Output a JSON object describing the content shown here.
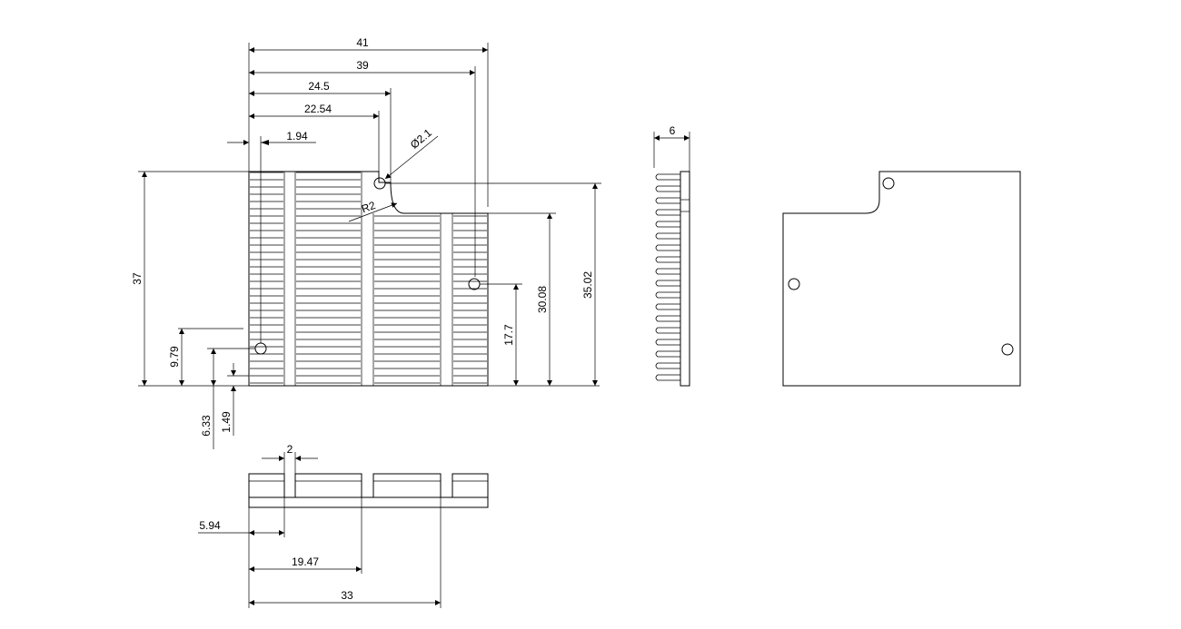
{
  "drawing": {
    "front_view": {
      "dims": {
        "width_total": "41",
        "width_39": "39",
        "hole_x_24_5": "24.5",
        "notch_x": "22.54",
        "left_hole_x": "1.94",
        "hole_diameter": "2.1",
        "diameter_symbol": "Ø",
        "corner_radius": "R2",
        "height_total": "37",
        "height_35_02": "35.02",
        "height_30_08": "30.08",
        "hole_y_17_7": "17.7",
        "hole_y_9_79": "9.79",
        "hole_y_6_33": "6.33",
        "fin_y_1_49": "1.49"
      }
    },
    "side_view": {
      "dims": {
        "thickness": "6"
      }
    },
    "bottom_view": {
      "dims": {
        "slot_width": "2",
        "slot1_x": "5.94",
        "slot2_x": "19.47",
        "slot3_x": "33"
      }
    }
  }
}
